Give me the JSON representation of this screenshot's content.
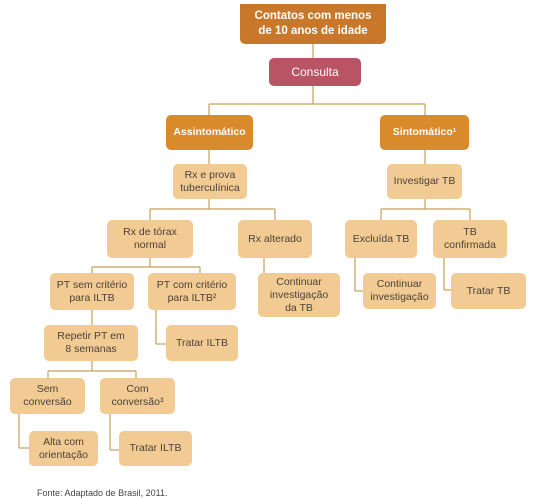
{
  "nodes": {
    "contatos": "Contatos com menos\nde 10 anos de idade",
    "consulta": "Consulta",
    "assintomatico": "Assintomático",
    "sintomatico": "Sintomático¹",
    "rx_prova": "Rx e prova\ntuberculínica",
    "investigar_tb": "Investigar TB",
    "rx_normal": "Rx de tórax\nnormal",
    "rx_alterado": "Rx alterado",
    "excluida_tb": "Excluída TB",
    "tb_confirmada": "TB\nconfirmada",
    "pt_sem": "PT sem critério\npara ILTB",
    "pt_com": "PT com critério\npara ILTB²",
    "continuar_1": "Continuar\ninvestigação\nda TB",
    "continuar_2": "Continuar\ninvestigação",
    "tratar_tb": "Tratar TB",
    "repetir_pt": "Repetir PT em\n8 semanas",
    "tratar_iltb_1": "Tratar ILTB",
    "sem_conversao": "Sem\nconversão",
    "com_conversao": "Com\nconversão³",
    "alta": "Alta com\norientação",
    "tratar_iltb_2": "Tratar ILTB"
  },
  "source": "Fonte: Adaptado de Brasil, 2011.",
  "colors": {
    "light_box": "#f2cb94",
    "dark_box": "#d98a2b",
    "top_box": "#c9782a",
    "consulta_box": "#b85464",
    "connector": "#c6a15b"
  }
}
